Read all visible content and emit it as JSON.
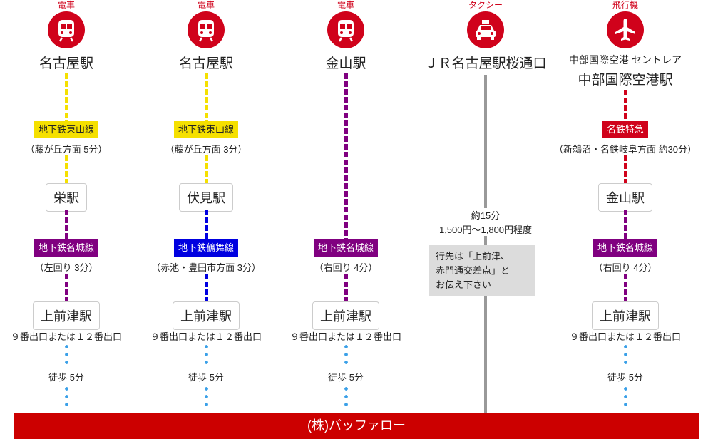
{
  "routes": [
    {
      "mode": "電車",
      "icon": "train-icon",
      "origin": "名古屋駅",
      "leg1": {
        "line": "地下鉄東山線",
        "color": "#f5e000",
        "text_color": "#222",
        "detail": "（藤が丘方面 5分）"
      },
      "transfer": "栄駅",
      "leg2": {
        "line": "地下鉄名城線",
        "color": "#800080",
        "text_color": "#fff",
        "detail": "（左回り 3分）"
      },
      "destination": "上前津駅",
      "exit": "９番出口または１２番出口",
      "walk": "徒歩 5分"
    },
    {
      "mode": "電車",
      "icon": "train-icon",
      "origin": "名古屋駅",
      "leg1": {
        "line": "地下鉄東山線",
        "color": "#f5e000",
        "text_color": "#222",
        "detail": "（藤が丘方面 3分）"
      },
      "transfer": "伏見駅",
      "leg2": {
        "line": "地下鉄鶴舞線",
        "color": "#0000e0",
        "text_color": "#fff",
        "detail": "（赤池・豊田市方面 3分）"
      },
      "destination": "上前津駅",
      "exit": "９番出口または１２番出口",
      "walk": "徒歩 5分"
    },
    {
      "mode": "電車",
      "icon": "train-icon",
      "origin": "金山駅",
      "leg1": {
        "line": "地下鉄名城線",
        "color": "#800080",
        "text_color": "#fff",
        "detail": "（右回り 4分）"
      },
      "destination": "上前津駅",
      "exit": "９番出口または１２番出口",
      "walk": "徒歩 5分"
    },
    {
      "mode": "タクシー",
      "icon": "taxi-icon",
      "origin": "ＪＲ名古屋駅桜通口",
      "time": "約15分",
      "fare": "1,500円〜1,800円程度",
      "instruction": [
        "行先は「上前津、",
        "赤門通交差点」と",
        "お伝え下さい"
      ]
    },
    {
      "mode": "飛行機",
      "icon": "airplane-icon",
      "origin_sub": "中部国際空港 セントレア",
      "origin": "中部国際空港駅",
      "leg1": {
        "line": "名鉄特急",
        "color": "#d0021b",
        "text_color": "#fff",
        "detail": "（新鵜沼・名鉄岐阜方面 約30分）"
      },
      "transfer": "金山駅",
      "leg2": {
        "line": "地下鉄名城線",
        "color": "#800080",
        "text_color": "#fff",
        "detail": "（右回り 4分）"
      },
      "destination": "上前津駅",
      "exit": "９番出口または１２番出口",
      "walk": "徒歩 5分"
    }
  ],
  "footer": {
    "label": "(株)バッファロー"
  }
}
